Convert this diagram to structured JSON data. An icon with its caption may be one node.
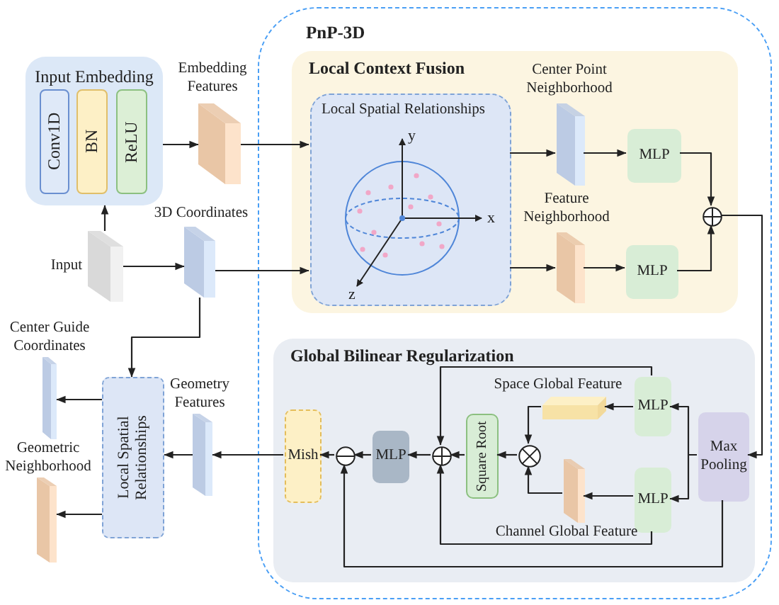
{
  "diagram": {
    "nodes": [
      {
        "text": [
          "PnP-3D"
        ]
      },
      {
        "text": [
          "Input Embedding"
        ]
      },
      {
        "text": [
          "Conv1D"
        ],
        "in": 1
      },
      {
        "text": [
          "BN"
        ],
        "in": 1
      },
      {
        "text": [
          "ReLU"
        ],
        "in": 1
      },
      {
        "text": [],
        "shape": "box",
        "beside": [
          "Embedding Features"
        ]
      },
      {
        "text": [],
        "shape": "box",
        "beside": [
          "Input"
        ]
      },
      {
        "text": [],
        "shape": "box",
        "beside": [
          "3D Coordinates"
        ]
      },
      {
        "text": [
          "Local Context Fusion"
        ],
        "in": 0
      },
      {
        "text": [
          "Local Spatial Relationships"
        ],
        "in": 8
      },
      {
        "text": [],
        "shape": "box",
        "beside": [
          "Center Point Neighborhood"
        ],
        "in": 8
      },
      {
        "text": [
          "MLP"
        ],
        "in": 8
      },
      {
        "text": [],
        "shape": "box",
        "beside": [
          "Feature Neighborhood"
        ],
        "in": 8
      },
      {
        "text": [
          "MLP"
        ],
        "in": 8
      },
      {
        "text": [],
        "shape": "circle",
        "in": 8
      },
      {
        "text": [
          "Global Bilinear Regularization"
        ],
        "in": 0
      },
      {
        "text": [
          "MLP"
        ],
        "in": 15
      },
      {
        "text": [],
        "shape": "box",
        "beside": [
          "Space Global Feature"
        ],
        "in": 15
      },
      {
        "text": [
          "Max Pooling"
        ],
        "in": 15
      },
      {
        "text": [
          "MLP"
        ],
        "in": 15
      },
      {
        "text": [],
        "shape": "box",
        "beside": [
          "Channel Global Feature"
        ],
        "in": 15
      },
      {
        "text": [],
        "shape": "circle",
        "in": 15
      },
      {
        "text": [
          "Square Root"
        ],
        "in": 15
      },
      {
        "text": [],
        "shape": "circle",
        "in": 15
      },
      {
        "text": [
          "MLP"
        ],
        "in": 15
      },
      {
        "text": [
          "Mish"
        ],
        "in": 15
      },
      {
        "text": [],
        "shape": "circle",
        "in": 15
      },
      {
        "text": [],
        "shape": "box",
        "beside": [
          "Geometry Features"
        ]
      },
      {
        "text": [
          "Local Spatial Relationships"
        ]
      },
      {
        "text": [],
        "shape": "box",
        "beside": [
          "Center Guide Coordinates"
        ]
      },
      {
        "text": [],
        "shape": "box",
        "beside": [
          "Geometric Neighborhood"
        ]
      }
    ],
    "edges": [
      {
        "from": 6,
        "to": 1,
        "arrow": "to"
      },
      {
        "from": 6,
        "to": 7,
        "arrow": "to"
      },
      {
        "from": 1,
        "to": 5,
        "arrow": "to"
      },
      {
        "from": 5,
        "to": 9,
        "arrow": "to"
      },
      {
        "from": 7,
        "to": 9,
        "arrow": "to"
      },
      {
        "from": 7,
        "to": 28,
        "arrow": "to"
      },
      {
        "from": 9,
        "to": 10,
        "arrow": "to"
      },
      {
        "from": 10,
        "to": 11,
        "arrow": "to"
      },
      {
        "from": 9,
        "to": 12,
        "arrow": "to"
      },
      {
        "from": 12,
        "to": 13,
        "arrow": "to"
      },
      {
        "from": 11,
        "to": 14,
        "arrow": "to"
      },
      {
        "from": 13,
        "to": 14,
        "arrow": "to"
      },
      {
        "from": 14,
        "to": 18,
        "arrow": "to"
      },
      {
        "from": 18,
        "to": 16,
        "arrow": "to"
      },
      {
        "from": 18,
        "to": 19,
        "arrow": "to"
      },
      {
        "from": 16,
        "to": 17,
        "arrow": "to"
      },
      {
        "from": 19,
        "to": 20,
        "arrow": "to"
      },
      {
        "from": 17,
        "to": 26,
        "arrow": "to"
      },
      {
        "from": 20,
        "to": 26,
        "arrow": "to"
      },
      {
        "from": 26,
        "to": 22,
        "arrow": "to"
      },
      {
        "from": 22,
        "to": 23,
        "arrow": "to"
      },
      {
        "from": 16,
        "to": 23,
        "arrow": "to"
      },
      {
        "from": 19,
        "to": 23,
        "arrow": "to"
      },
      {
        "from": 23,
        "to": 24,
        "arrow": "to"
      },
      {
        "from": 24,
        "to": 21,
        "arrow": "to"
      },
      {
        "from": 18,
        "to": 21,
        "arrow": "to"
      },
      {
        "from": 21,
        "to": 25,
        "arrow": "to"
      },
      {
        "from": 25,
        "to": 27,
        "arrow": "to"
      },
      {
        "from": 27,
        "to": 28,
        "arrow": "to"
      },
      {
        "from": 28,
        "to": 29,
        "arrow": "to"
      },
      {
        "from": 28,
        "to": 30,
        "arrow": "to"
      }
    ],
    "labels": [
      "y",
      "x",
      "z"
    ]
  }
}
